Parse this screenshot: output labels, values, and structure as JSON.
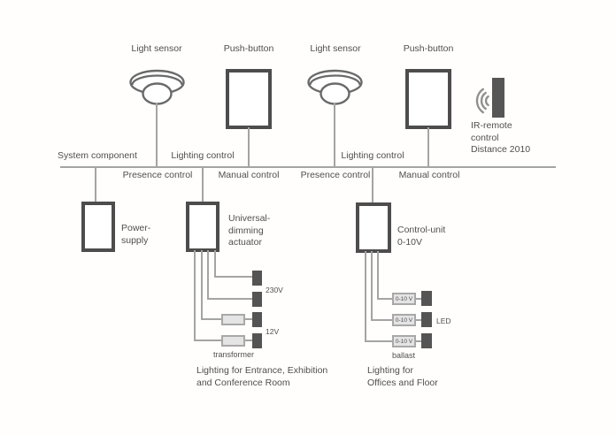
{
  "top": {
    "sensor1": "Light sensor",
    "pushbutton1": "Push-button",
    "sensor2": "Light sensor",
    "pushbutton2": "Push-button"
  },
  "ir": {
    "l1": "IR-remote",
    "l2": "control",
    "l3": "Distance 2010"
  },
  "bus": {
    "system_component": "System component",
    "lighting_control_1": "Lighting control",
    "presence_control_1": "Presence control",
    "manual_control_1": "Manual control",
    "lighting_control_2": "Lighting control",
    "presence_control_2": "Presence control",
    "manual_control_2": "Manual control"
  },
  "power": {
    "l1": "Power-",
    "l2": "supply"
  },
  "actuator": {
    "l1": "Universal-",
    "l2": "dimming",
    "l3": "actuator"
  },
  "control_unit": {
    "l1": "Control-unit",
    "l2": "0-10V"
  },
  "outputs_left": {
    "v230": "230V",
    "v12": "12V",
    "transformer": "transformer"
  },
  "outputs_right": {
    "iface": "0-10 V",
    "led": "LED",
    "ballast": "ballast"
  },
  "caption_left": {
    "l1": "Lighting for Entrance, Exhibition",
    "l2": "and Conference Room"
  },
  "caption_right": {
    "l1": "Lighting for",
    "l2": "Offices and Floor"
  },
  "colors": {
    "line": "#a4a4a4",
    "box_border": "#4d4d4d",
    "load_fill": "#545454",
    "light_fill": "#e4e4e4",
    "text": "#4f4f4f"
  }
}
